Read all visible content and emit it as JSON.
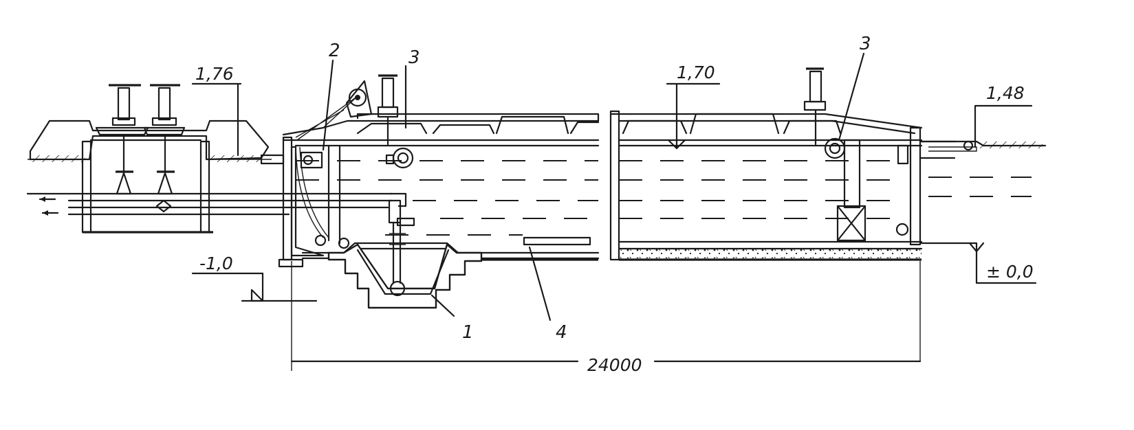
{
  "labels": {
    "callout_1": "1",
    "callout_2": "2",
    "callout_3_left": "3",
    "callout_3_right": "3",
    "callout_4": "4"
  },
  "dimensions": {
    "elev_left_top": "1,76",
    "elev_mid_top": "1,70",
    "elev_right_top": "1,48",
    "elev_bottom_left": "-1,0",
    "elev_zero": "± 0,0",
    "length": "24000"
  }
}
